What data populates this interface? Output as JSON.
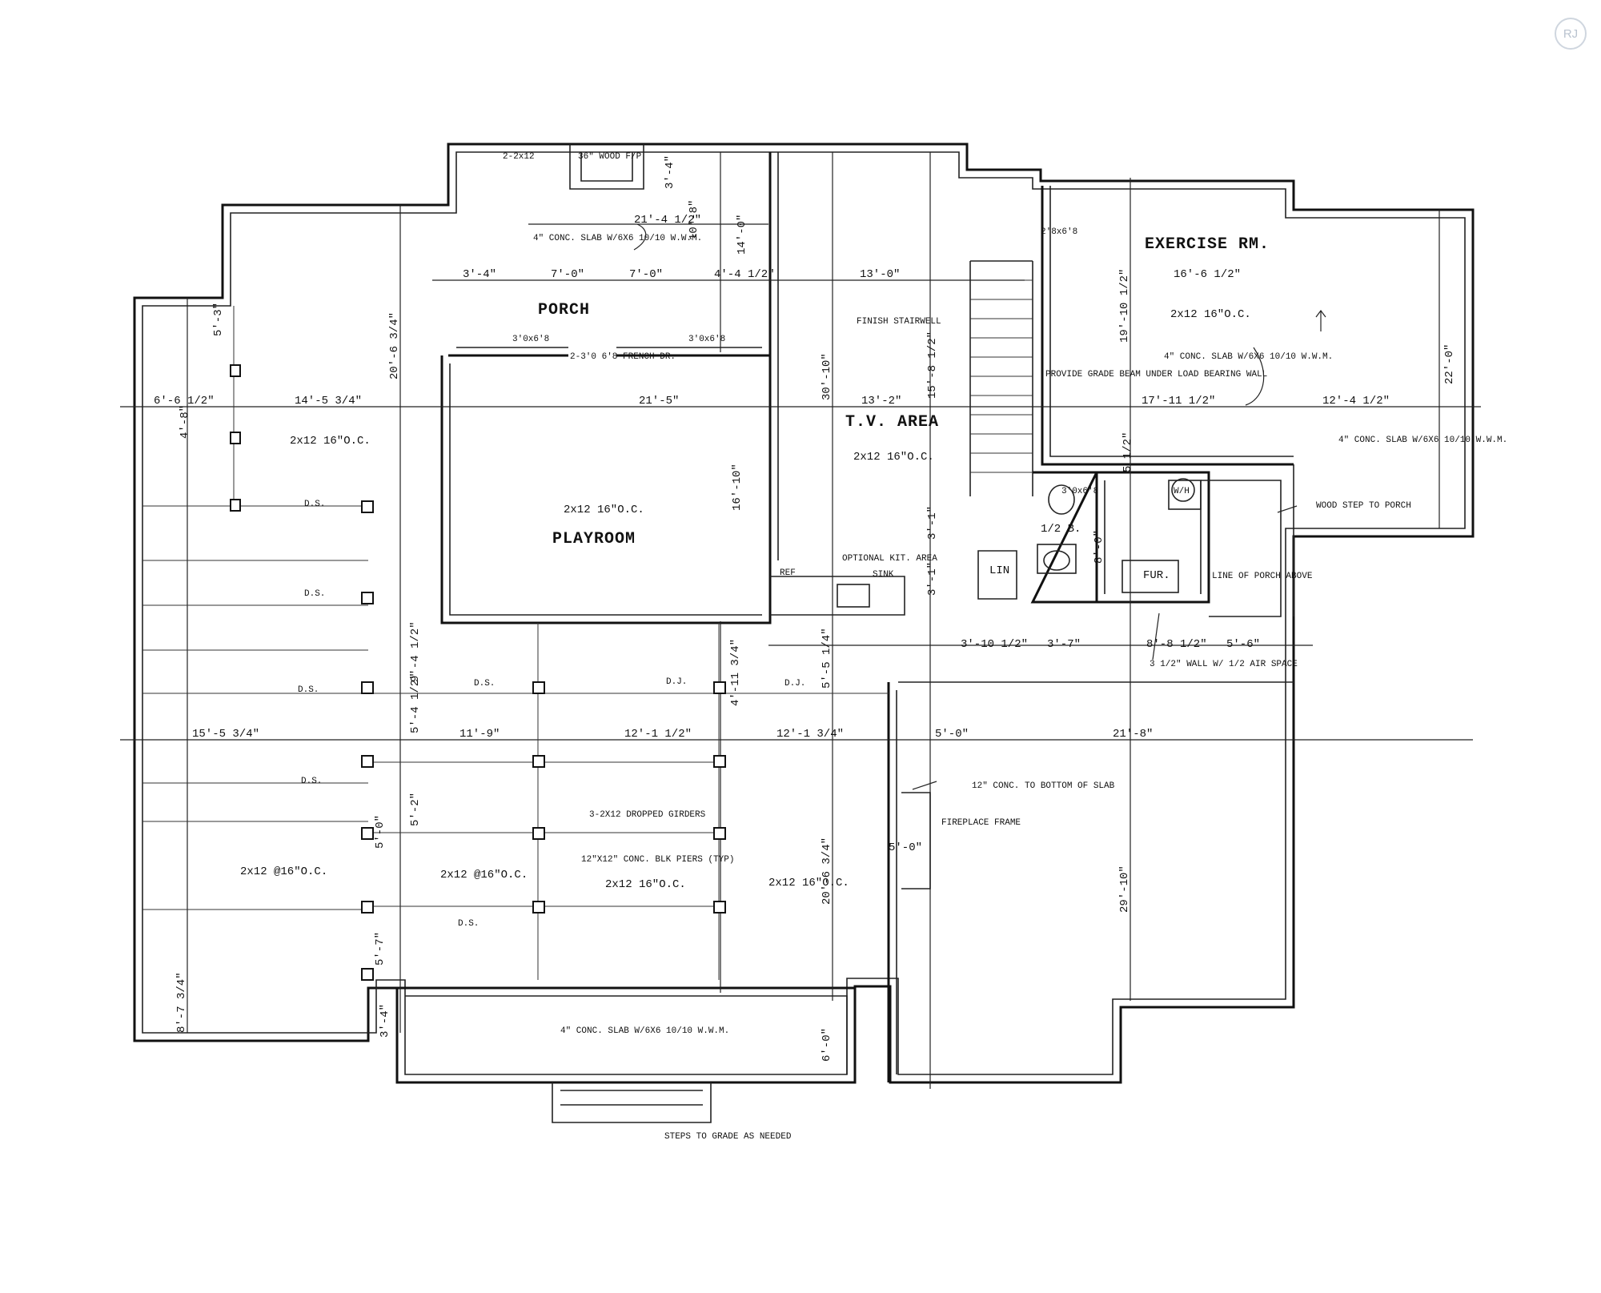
{
  "rooms": {
    "porch": "PORCH",
    "playroom": "PLAYROOM",
    "tv_area": "T.V. AREA",
    "exercise": "EXERCISE RM.",
    "half_bath": "1/2 B.",
    "linen": "LIN",
    "furnace": "FUR.",
    "wh": "W/H",
    "finish_stairwell": "FINISH STAIRWELL",
    "optional_kit": "OPTIONAL KIT. AREA",
    "ref": "REF",
    "sink": "SINK",
    "fireplace_frame": "FIREPLACE FRAME"
  },
  "notes": {
    "fp36": "36\" WOOD F/P",
    "slab_porch": "4\" CONC. SLAB W/6X6 10/10 W.W.M.",
    "slab_exercise": "4\" CONC. SLAB W/6X6 10/10 W.W.M.",
    "slab_right": "4\" CONC. SLAB W/6X6 10/10 W.W.M.",
    "slab_bottom": "4\" CONC. SLAB W/6X6 10/10 W.W.M.",
    "door_front": "2-3'0 6'8 FRENCH DR.",
    "door_3068a": "3'0x6'8",
    "door_3068b": "3'0x6'8",
    "door_3068c": "3'0x6'8",
    "door_2868": "2'8x6'8",
    "grade_beam": "PROVIDE GRADE BEAM UNDER LOAD BEARING WALL",
    "wood_step": "WOOD STEP TO PORCH",
    "line_of_porch": "LINE OF PORCH ABOVE",
    "wall_air": "3 1/2\" WALL W/ 1/2 AIR SPACE",
    "conc_bottom": "12\" CONC. TO BOTTOM OF SLAB",
    "girders": "3-2X12 DROPPED GIRDERS",
    "piers": "12\"X12\" CONC. BLK PIERS (TYP)",
    "steps": "STEPS TO GRADE AS NEEDED",
    "two_2x12": "2-2x12"
  },
  "joists": {
    "j1": "2x12 16\"O.C.",
    "j2": "2x12 16\"O.C.",
    "j3": "2x12 16\"O.C.",
    "j4": "2x12 16\"O.C.",
    "j5": "2x12 @16\"O.C.",
    "j6": "2x12 @16\"O.C.",
    "j7": "2x12 16\"O.C.",
    "j8": "2x12 16\"O.C.",
    "ds": "D.S.",
    "dj": "D.J."
  },
  "dims": {
    "d21_4_5": "21'-4 1/2\"",
    "d3_4a": "3'-4\"",
    "d7_0a": "7'-0\"",
    "d7_0b": "7'-0\"",
    "d4_4_5": "4'-4 1/2\"",
    "d10_8": "10'-8\"",
    "d14_0": "14'-0\"",
    "d3_4b": "3'-4\"",
    "d13_0": "13'-0\"",
    "d16_6_5": "16'-6 1/2\"",
    "d22_0": "22'-0\"",
    "d19_10_5": "19'-10 1/2\"",
    "d6_6_5": "6'-6 1/2\"",
    "d14_5_75": "14'-5 3/4\"",
    "d21_5": "21'-5\"",
    "d13_2": "13'-2\"",
    "d17_11_5": "17'-11 1/2\"",
    "d12_4_5": "12'-4 1/2\"",
    "d5_3": "5'-3\"",
    "d20_6_75": "20'-6 3/4\"",
    "d30_10": "30'-10\"",
    "d15_8_5": "15'-8 1/2\"",
    "d16_10": "16'-10\"",
    "d15_5_75": "15'-5 3/4\"",
    "d11_9": "11'-9\"",
    "d12_1_5": "12'-1 1/2\"",
    "d12_1_75": "12'-1 3/4\"",
    "d5_0": "5'-0\"",
    "d21_8": "21'-8\"",
    "d3_10_5": "3'-10 1/2\"",
    "d3_7": "3'-7\"",
    "d8_8_5": "8'-8 1/2\"",
    "d5_6": "5'-6\"",
    "d29_10": "29'-10\"",
    "d20_6_75b": "20'-6 3/4\"",
    "d9_4_5": "9'-4 1/2\"",
    "d5_5_25": "5'-5 1/4\"",
    "d6_0": "6'-0\"",
    "d3_4c": "3'-4\"",
    "d8_7_75": "8'-7 3/4\"",
    "d3_1": "3'-1\"",
    "d3_1b": "3'-1\"",
    "d8_0": "8'-0\"",
    "d5_5": "5 1/2\"",
    "d4_8": "4'-8\"",
    "d5_0b": "5'-0\"",
    "d5_0c": "5'-0\"",
    "d5_7": "5'-7\"",
    "d5_2": "5'-2\"",
    "d4_11_75": "4'-11 3/4\"",
    "d5_4_5": "5'-4 1/2\""
  },
  "watermark": "RJ"
}
